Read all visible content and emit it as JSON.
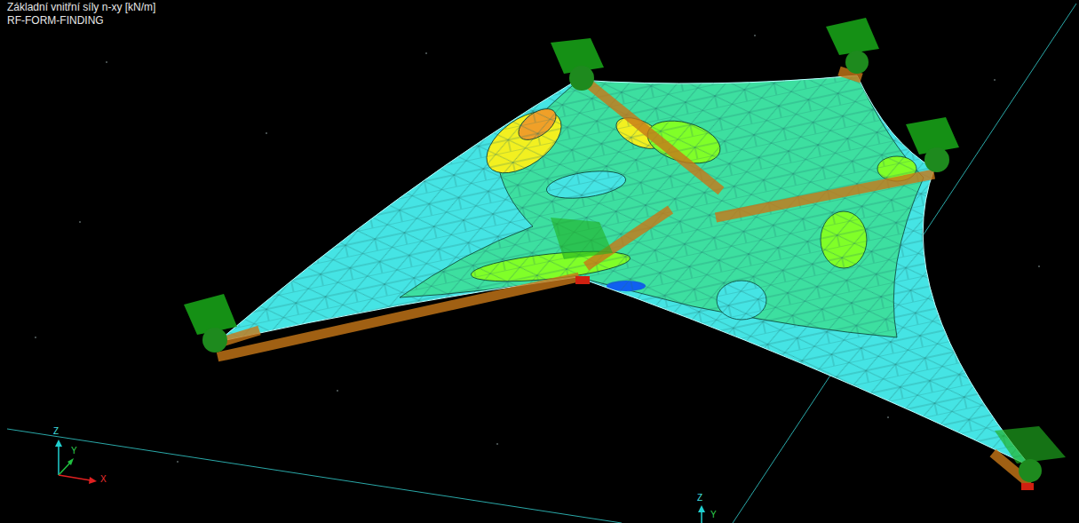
{
  "diagram": {
    "labels": [
      "Základní vnitřní síly n-xy [kN/m]",
      "RF-FORM-FINDING",
      "Z",
      "Y",
      "X",
      "Z",
      "Y"
    ]
  }
}
